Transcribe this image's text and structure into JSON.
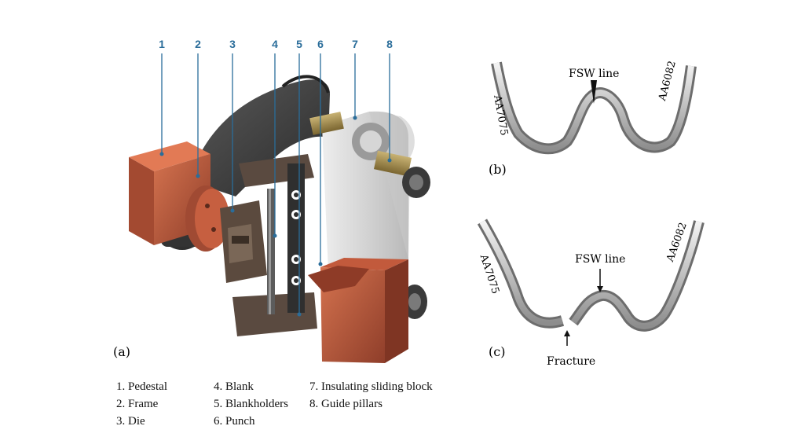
{
  "callouts": [
    "1",
    "2",
    "3",
    "4",
    "5",
    "6",
    "7",
    "8"
  ],
  "panel_labels": {
    "a": "(a)",
    "b": "(b)",
    "c": "(c)"
  },
  "panel_b": {
    "left_material": "AA7075",
    "right_material": "AA6082",
    "weld_label": "FSW line"
  },
  "panel_c": {
    "left_material": "AA7075",
    "right_material": "AA6082",
    "weld_label": "FSW line",
    "fracture_label": "Fracture"
  },
  "legend": {
    "col1": [
      "1.   Pedestal",
      "2.   Frame",
      "3.   Die"
    ],
    "col2": [
      "4. Blank",
      "5. Blankholders",
      "6. Punch"
    ],
    "col3": [
      "7. Insulating sliding block",
      "8. Guide pillars"
    ]
  },
  "colors": {
    "callout": "#2a6d9a",
    "copper": "#b2563d",
    "dark_steel": "#3d3d3d",
    "light_block": "#d4d4d4",
    "brass": "#9f8a52"
  }
}
